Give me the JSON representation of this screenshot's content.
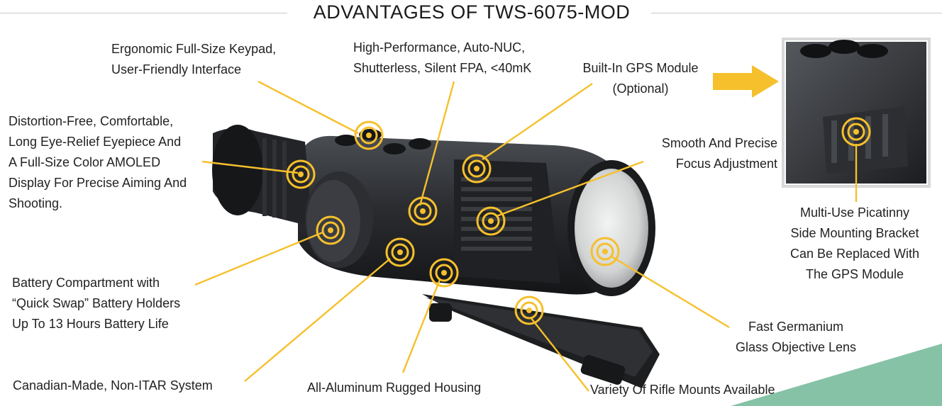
{
  "title": "ADVANTAGES OF TWS-6075-MOD",
  "colors": {
    "accent": "#f6c02c",
    "scope_body": "#2b2d30",
    "inset_border": "#d8d8d8",
    "corner_green": "#86c2a6"
  },
  "features": {
    "keypad": [
      "Ergonomic Full-Size Keypad,",
      "User-Friendly Interface"
    ],
    "fpa": [
      "High-Performance, Auto-NUC,",
      "Shutterless, Silent FPA, <40mK"
    ],
    "gps": [
      "Built-In GPS Module",
      "(Optional)"
    ],
    "eyepiece": [
      "Distortion-Free, Comfortable,",
      "Long Eye-Relief Eyepiece And",
      "A Full-Size Color AMOLED",
      "Display For Precise Aiming And",
      "Shooting."
    ],
    "focus": [
      "Smooth And Precise",
      "Focus Adjustment"
    ],
    "picatinny": [
      "Multi-Use Picatinny",
      "Side Mounting Bracket",
      "Can Be Replaced With",
      "The GPS Module"
    ],
    "battery": [
      "Battery Compartment with",
      "“Quick Swap” Battery Holders",
      "Up To 13 Hours Battery Life"
    ],
    "lens": [
      "Fast Germanium",
      "Glass Objective Lens"
    ],
    "canadian": [
      "Canadian-Made, Non-ITAR System"
    ],
    "housing": [
      "All-Aluminum Rugged Housing"
    ],
    "mounts": [
      "Variety Of Rifle Mounts Available"
    ]
  }
}
